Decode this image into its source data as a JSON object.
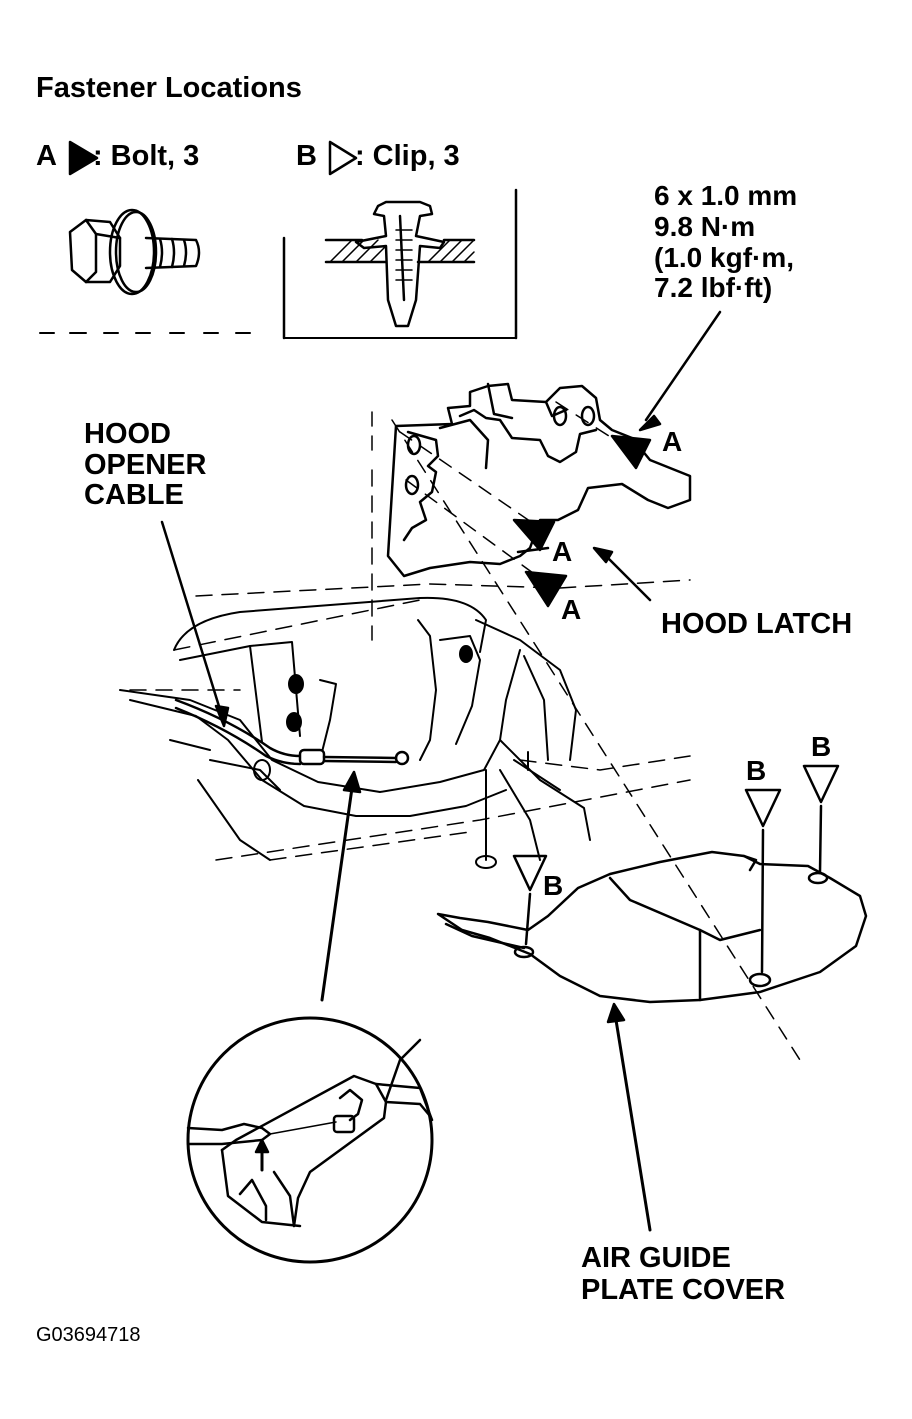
{
  "title": "Fastener Locations",
  "legend": {
    "a_letter": "A",
    "a_text": ": Bolt, 3",
    "b_letter": "B",
    "b_text": ": Clip, 3"
  },
  "spec": "6 x 1.0 mm\n9.8 N·m\n(1.0 kgf·m,\n7.2 lbf·ft)",
  "callouts": {
    "hood_opener_cable": "HOOD\nOPENER\nCABLE",
    "hood_latch": "HOOD LATCH",
    "air_guide_plate_cover": "AIR GUIDE\nPLATE COVER"
  },
  "markers": {
    "a": "A",
    "b": "B"
  },
  "figure_code": "G03694718",
  "icons": [
    "bolt-icon",
    "clip-icon",
    "solid-triangle-icon",
    "outline-triangle-icon"
  ],
  "colors": {
    "ink": "#000000",
    "paper": "#ffffff"
  }
}
